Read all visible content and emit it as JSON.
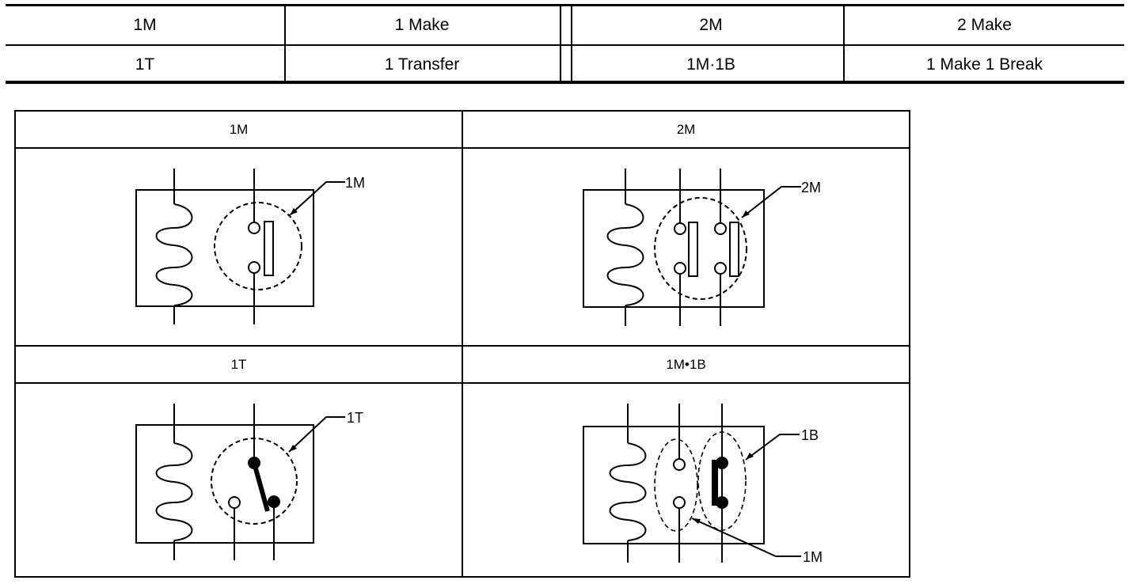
{
  "legend": {
    "rows": [
      [
        {
          "code": "1M",
          "meaning": "1 Make"
        },
        {
          "code": "2M",
          "meaning": "2 Make"
        }
      ],
      [
        {
          "code": "1T",
          "meaning": "1 Transfer"
        },
        {
          "code": "1M·1B",
          "meaning": "1 Make 1 Break"
        }
      ]
    ]
  },
  "diagrams": {
    "one_make": {
      "title": "1M",
      "callout": "1M"
    },
    "two_make": {
      "title": "2M",
      "callout": "2M"
    },
    "one_transfer": {
      "title": "1T",
      "callout": "1T"
    },
    "make_break": {
      "title": "1M•1B",
      "callout_break": "1B",
      "callout_make": "1M"
    }
  }
}
